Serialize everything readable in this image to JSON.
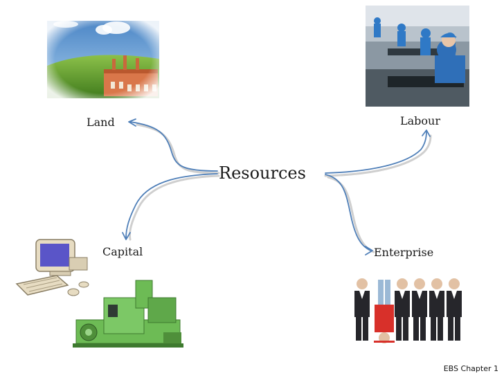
{
  "diagram": {
    "center": "Resources",
    "nodes": {
      "land": "Land",
      "labour": "Labour",
      "capital": "Capital",
      "enterprise": "Enterprise"
    }
  },
  "footer": "EBS Chapter 1",
  "colors": {
    "arrow": "#4f7fb8",
    "arrow_shadow": "#cfcfcf",
    "sky": "#6fa5d8",
    "grass": "#5d9a2a",
    "factory": "#d9774a",
    "machine": "#6dbb55",
    "suit": "#26262b"
  },
  "icons": {
    "land": "factory-landscape-picture",
    "labour": "factory-workers-picture",
    "capital": "computer-and-machine-picture",
    "enterprise": "businessmen-row-picture"
  }
}
